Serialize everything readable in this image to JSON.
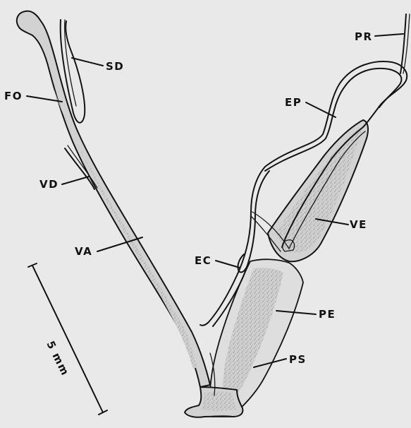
{
  "labels": {
    "sd": "SD",
    "fo": "FO",
    "vd": "VD",
    "va": "VA",
    "pr": "PR",
    "ep": "EP",
    "ve": "VE",
    "ec": "EC",
    "pe": "PE",
    "ps": "PS"
  },
  "scale_bar": {
    "label": "5 mm"
  }
}
